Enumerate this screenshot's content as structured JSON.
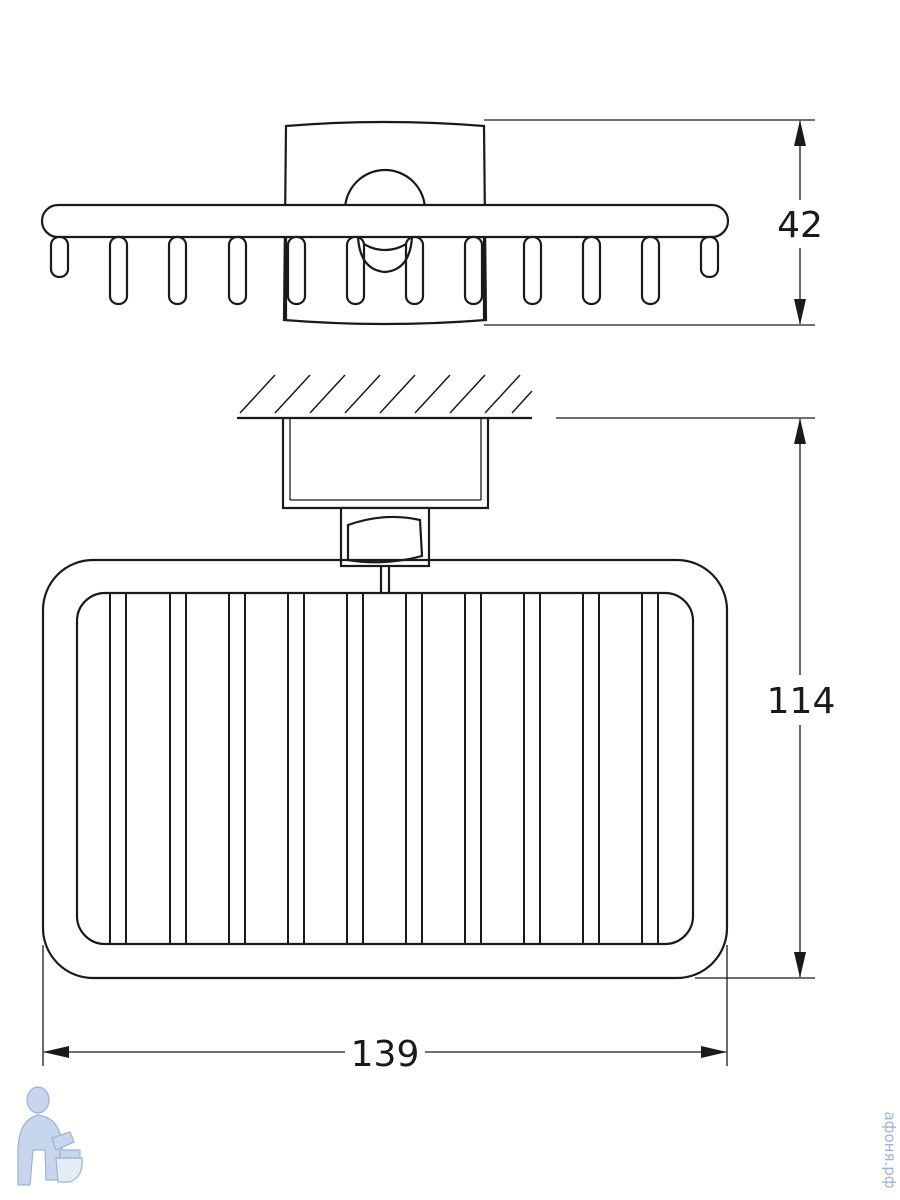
{
  "dimensions": {
    "depth": "42",
    "height": "114",
    "width": "139"
  },
  "watermark": {
    "site": "афоня.рф",
    "color": "#9bb3d6"
  },
  "colors": {
    "line": "#1a1a1a",
    "background": "#ffffff"
  }
}
